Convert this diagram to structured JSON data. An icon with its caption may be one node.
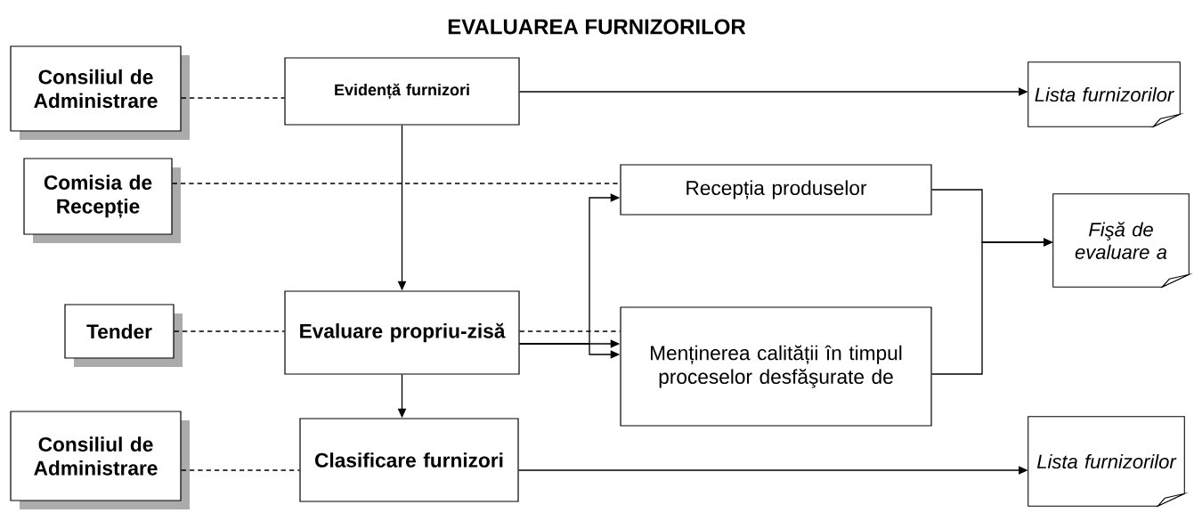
{
  "diagram": {
    "title": "EVALUAREA FURNIZORILOR",
    "nodes": [
      {
        "text": [
          "Consiliul de Administrare"
        ]
      },
      {
        "text": [
          "Evidență furnizori"
        ]
      },
      {
        "text": [
          "Lista furnizorilor"
        ]
      },
      {
        "text": [
          "Comisia de Recepție"
        ]
      },
      {
        "text": [
          "Recepția produselor"
        ]
      },
      {
        "text": [
          "Fişă de evaluare a"
        ]
      },
      {
        "text": [
          "Tender"
        ]
      },
      {
        "text": [
          "Evaluare propriu-zisă"
        ]
      },
      {
        "text": [
          "Menținerea calității în timpul proceselor desfăşurate de"
        ]
      },
      {
        "text": [
          "Consiliul de Administrare"
        ]
      },
      {
        "text": [
          "Clasificare furnizori"
        ]
      },
      {
        "text": [
          "Lista furnizorilor"
        ]
      }
    ],
    "edges": [
      {
        "from": 0,
        "to": 1,
        "arrow": "none",
        "style": "dashed"
      },
      {
        "from": 1,
        "to": 2,
        "arrow": "to"
      },
      {
        "from": 3,
        "to": 4,
        "arrow": "none",
        "style": "dashed"
      },
      {
        "from": 1,
        "to": 7,
        "arrow": "to"
      },
      {
        "from": 6,
        "to": 7,
        "arrow": "none",
        "style": "dashed"
      },
      {
        "from": 7,
        "to": 8,
        "arrow": "none",
        "style": "dashed"
      },
      {
        "from": 7,
        "to": 8,
        "arrow": "to"
      },
      {
        "from": 7,
        "to": 4,
        "arrow": "to"
      },
      {
        "from": 7,
        "to": 8,
        "arrow": "to"
      },
      {
        "from": 4,
        "to": 5,
        "arrow": "to"
      },
      {
        "from": 8,
        "to": 5,
        "arrow": "to"
      },
      {
        "from": 7,
        "to": 10,
        "arrow": "to"
      },
      {
        "from": 9,
        "to": 10,
        "arrow": "none",
        "style": "dashed"
      },
      {
        "from": 10,
        "to": 11,
        "arrow": "to"
      }
    ]
  }
}
